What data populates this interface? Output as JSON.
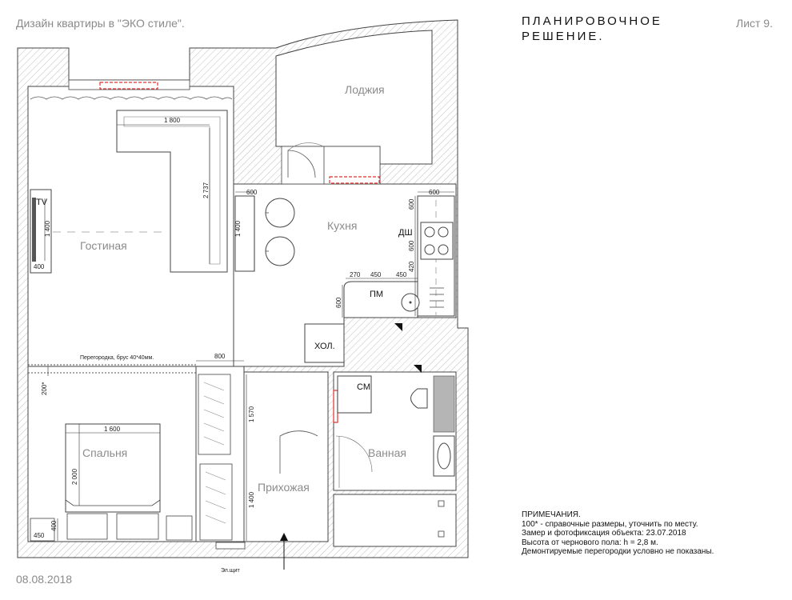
{
  "header": {
    "project_title": "Дизайн квартиры в \"ЭКО стиле\".",
    "sheet_title_line1": "ПЛАНИРОВОЧНОЕ",
    "sheet_title_line2": "РЕШЕНИЕ.",
    "sheet_number": "Лист 9."
  },
  "footer": {
    "date": "08.08.2018"
  },
  "rooms": {
    "loggia": "Лоджия",
    "living": "Гостиная",
    "kitchen": "Кухня",
    "bedroom": "Спальня",
    "hall": "Прихожая",
    "bath": "Ванная"
  },
  "labels": {
    "tv": "TV",
    "dishwasher": "ДШ",
    "washer_dish": "ПМ",
    "fridge": "ХОЛ.",
    "washing_machine": "СМ",
    "partition": "Перегородка, брус 40*40мм.",
    "panel": "Эл.щит"
  },
  "dimensions": {
    "sofa_width": "1 800",
    "sofa_length": "2 737",
    "tv_height": "1 400",
    "tv_depth": "400",
    "bar_width": "600",
    "bar_length": "1 400",
    "kitchen_top": "600",
    "kitchen_side_a": "600",
    "kitchen_side_b": "600",
    "kitchen_side_c": "420",
    "pm_a": "270",
    "pm_b": "450",
    "pm_c": "450",
    "pm_depth": "600",
    "wardrobe_width": "800",
    "partition_offset": "200*",
    "bed_width": "1 600",
    "bed_length": "2 000",
    "bed_table_a": "450",
    "bed_table_b": "400",
    "hall_a": "1 570",
    "hall_b": "1 400"
  },
  "notes": {
    "title": "ПРИМЕЧАНИЯ.",
    "lines": [
      "100* - справочные размеры, уточнить по месту.",
      "Замер и фотофиксация объекта: 23.07.2018",
      "Высота от чернового пола: h = 2,8 м.",
      "Демонтируемые перегородки условно не показаны."
    ]
  },
  "colors": {
    "wall_hatch": "#d6d6d6",
    "line": "#333333",
    "radiator": "#e03030",
    "room_label": "#8c8c8c"
  }
}
